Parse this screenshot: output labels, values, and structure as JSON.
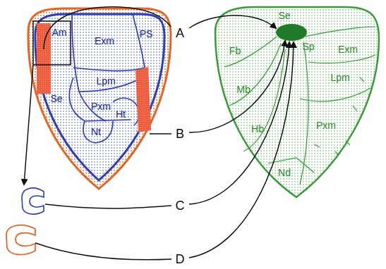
{
  "diagram": {
    "labels": [
      "A",
      "Am",
      "Exm",
      "PS",
      "Lpm",
      "Se",
      "Pxm",
      "Ht",
      "Nt",
      "B",
      "C",
      "D",
      "Se",
      "Fb",
      "Sp",
      "Exm",
      "Mb",
      "Lpm",
      "Hb",
      "Pxm",
      "Nd"
    ]
  }
}
